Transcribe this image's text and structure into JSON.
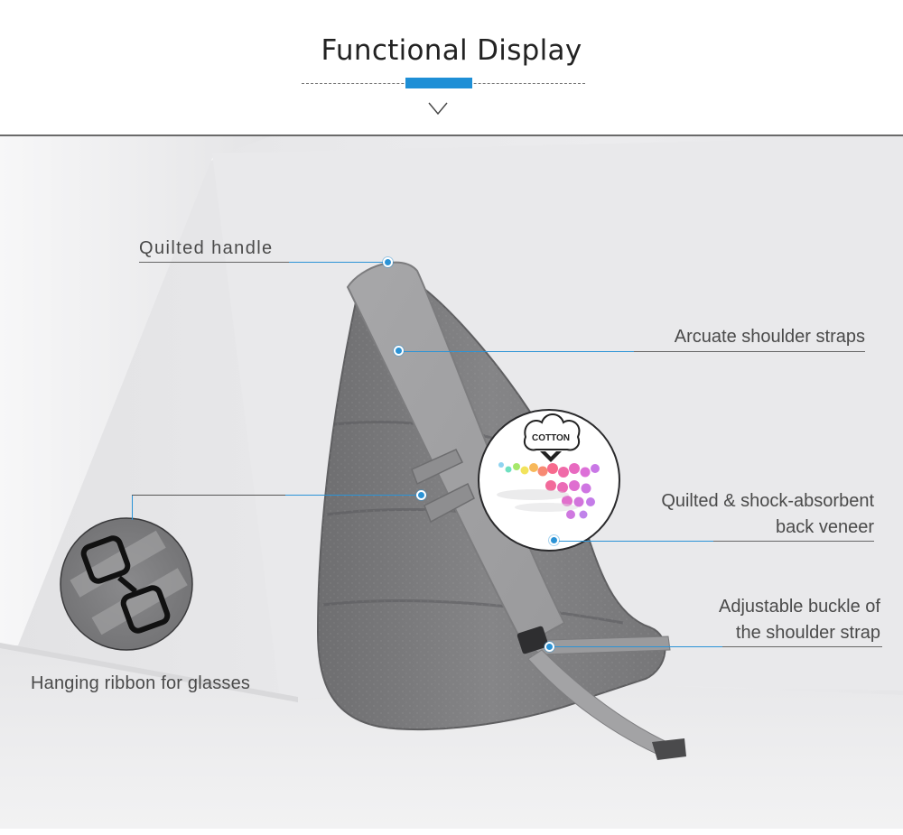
{
  "header": {
    "title": "Functional Display",
    "accent_color": "#1e8fd6",
    "chevron_icon": "chevron-down-icon"
  },
  "callouts": {
    "quilted_handle": "Quilted handle",
    "arcuate_shoulder_straps": "Arcuate shoulder straps",
    "back_veneer_line1": "Quilted & shock-absorbent",
    "back_veneer_line2": "back veneer",
    "buckle_line1": "Adjustable buckle of",
    "buckle_line2": "the shoulder strap",
    "glasses_ribbon": "Hanging ribbon for glasses"
  },
  "cotton_badge": {
    "label": "COTTON",
    "icon": "cotton-flower-icon"
  },
  "leader_color": "#2b93d6"
}
